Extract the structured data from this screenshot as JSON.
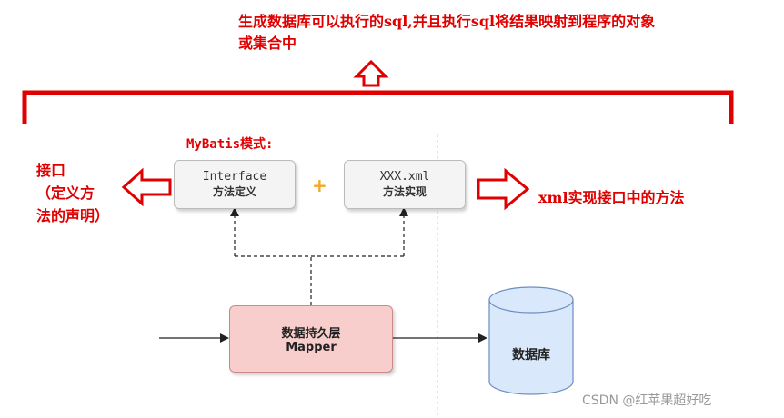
{
  "top_annotation": "生成数据库可以执行的sql,并且执行sql将结果映射到程序的对象或集合中",
  "mybatis_label": "MyBatis模式:",
  "left_note": [
    "接口",
    "（定义方",
    "法的声明）"
  ],
  "right_note": "xml实现接口中的方法",
  "interface_box": {
    "line1": "Interface",
    "line2": "方法定义"
  },
  "plus_sign": "+",
  "xml_box": {
    "line1": "XXX.xml",
    "line2": "方法实现"
  },
  "mapper_box": {
    "line1": "数据持久层",
    "line2": "Mapper"
  },
  "database": {
    "label": "数据库"
  },
  "watermark": "CSDN @红苹果超好吃",
  "colors": {
    "annotation_red": "#e00000",
    "mapper_fill": "#f8cecc",
    "db_fill": "#dae8fc",
    "plus_orange": "#f5a623"
  }
}
